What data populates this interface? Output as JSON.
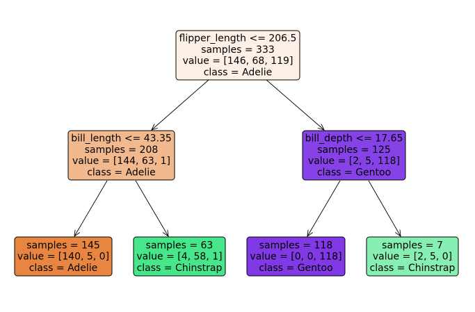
{
  "tree": {
    "nodes": [
      {
        "id": "root",
        "lines": [
          "flipper_length <= 206.5",
          "samples = 333",
          "value = [146, 68, 119]",
          "class = Adelie"
        ],
        "fill": "#fdf0e6"
      },
      {
        "id": "n1",
        "lines": [
          "bill_length <= 43.35",
          "samples = 208",
          "value = [144, 63, 1]",
          "class = Adelie"
        ],
        "fill": "#f2b98f"
      },
      {
        "id": "n2",
        "lines": [
          "bill_depth <= 17.65",
          "samples = 125",
          "value = [2, 5, 118]",
          "class = Gentoo"
        ],
        "fill": "#8642e6"
      },
      {
        "id": "n3",
        "lines": [
          "samples = 145",
          "value = [140, 5, 0]",
          "class = Adelie"
        ],
        "fill": "#e88641"
      },
      {
        "id": "n4",
        "lines": [
          "samples = 63",
          "value = [4, 58, 1]",
          "class = Chinstrap"
        ],
        "fill": "#47e68a"
      },
      {
        "id": "n5",
        "lines": [
          "samples = 118",
          "value = [0, 0, 118]",
          "class = Gentoo"
        ],
        "fill": "#8139e5"
      },
      {
        "id": "n6",
        "lines": [
          "samples = 7",
          "value = [2, 5, 0]",
          "class = Chinstrap"
        ],
        "fill": "#88efb3"
      }
    ],
    "edges": [
      {
        "from": "root",
        "to": "n1"
      },
      {
        "from": "root",
        "to": "n2"
      },
      {
        "from": "n1",
        "to": "n3"
      },
      {
        "from": "n1",
        "to": "n4"
      },
      {
        "from": "n2",
        "to": "n5"
      },
      {
        "from": "n2",
        "to": "n6"
      }
    ]
  }
}
